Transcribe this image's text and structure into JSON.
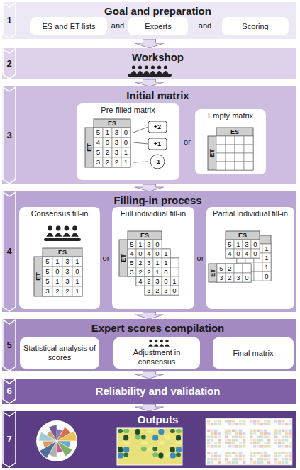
{
  "diagram": {
    "nodes": [
      {
        "text": [
          "Goal and preparation"
        ]
      },
      {
        "text": [
          "ES and ET lists"
        ],
        "in": 0
      },
      {
        "text": [
          "Experts"
        ],
        "in": 0
      },
      {
        "text": [
          "Scoring"
        ],
        "in": 0
      },
      {
        "text": [
          "Workshop"
        ]
      },
      {
        "text": [
          "Initial matrix"
        ]
      },
      {
        "text": [
          "Pre-filled matrix"
        ],
        "in": 5
      },
      {
        "text": [
          "Empty matrix"
        ],
        "in": 5
      },
      {
        "text": [
          "Filling-in process"
        ]
      },
      {
        "text": [
          "Consensus fill-in"
        ],
        "in": 8
      },
      {
        "text": [
          "Full individual fill-in"
        ],
        "in": 8
      },
      {
        "text": [
          "Partial individual fill-in"
        ],
        "in": 8
      },
      {
        "text": [
          "Expert scores compilation"
        ]
      },
      {
        "text": [
          "Statistical analysis of scores"
        ],
        "in": 12
      },
      {
        "text": [
          "Adjustment in consensus"
        ],
        "in": 12
      },
      {
        "text": [
          "Final matrix"
        ],
        "in": 12
      },
      {
        "text": [
          "Reliability and validation"
        ]
      },
      {
        "text": [
          "Outputs"
        ]
      }
    ],
    "edges": [
      {
        "from": 0,
        "to": 4,
        "arrow": "to"
      },
      {
        "from": 4,
        "to": 5,
        "arrow": "to"
      },
      {
        "from": 5,
        "to": 8,
        "arrow": "to"
      },
      {
        "from": 8,
        "to": 12,
        "arrow": "to"
      },
      {
        "from": 12,
        "to": 16,
        "arrow": "to"
      },
      {
        "from": 16,
        "to": 17,
        "arrow": "to"
      }
    ],
    "labels": [
      "1",
      "2",
      "3",
      "4",
      "5",
      "6",
      "7",
      "and",
      "and",
      "ES",
      "ET",
      "5",
      "1",
      "3",
      "0",
      "4",
      "0",
      "3",
      "0",
      "5",
      "2",
      "3",
      "1",
      "3",
      "2",
      "2",
      "1",
      "+2",
      "+1",
      "-1",
      "or",
      "ES",
      "ET",
      "or",
      "or",
      "ES",
      "ET",
      "5",
      "1",
      "3",
      "1",
      "5",
      "0",
      "3",
      "0",
      "5",
      "1",
      "3",
      "1",
      "3",
      "2",
      "2",
      "1",
      "ES",
      "ET",
      "5",
      "1",
      "3",
      "0",
      "4",
      "0",
      "4",
      "0",
      "5",
      "2",
      "3",
      "1",
      "3",
      "2",
      "2",
      "1",
      "1",
      "1",
      "0",
      "4",
      "2",
      "3",
      "0",
      "1",
      "3",
      "2",
      "3",
      "0",
      "ES",
      "5",
      "1",
      "3",
      "0",
      "4",
      "0",
      "4",
      "0",
      "1",
      "1",
      "1",
      "0",
      "ET",
      "5",
      "2",
      "3",
      "2",
      "3",
      "0"
    ]
  }
}
